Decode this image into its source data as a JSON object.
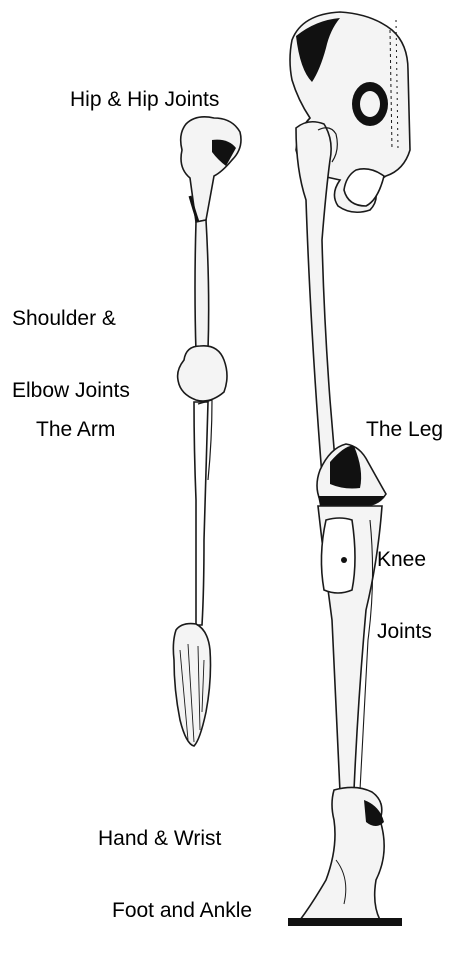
{
  "labels": {
    "hip": "Hip & Hip Joints",
    "shoulder_line1": "Shoulder &",
    "shoulder_line2": "Elbow Joints",
    "arm": "The Arm",
    "leg": "The Leg",
    "knee_line1": "Knee",
    "knee_line2": "Joints",
    "hand": "Hand & Wrist",
    "foot": "Foot and Ankle"
  },
  "colors": {
    "bone": "#f4f4f4",
    "bone_outline": "#1a1a1a",
    "shadow": "#111111",
    "background": "#ffffff"
  }
}
